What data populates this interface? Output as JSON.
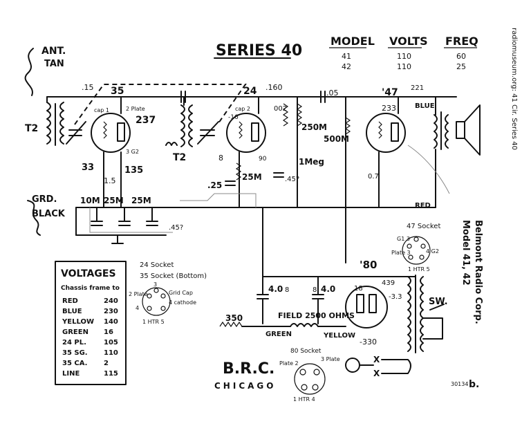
{
  "title": "SERIES 40",
  "model_table": {
    "headers": [
      "MODEL",
      "VOLTS",
      "FREQ"
    ],
    "rows": [
      [
        "41",
        "110",
        "60"
      ],
      [
        "42",
        "110",
        "25"
      ]
    ]
  },
  "side_text": "radiomuseum.org: 41 Cir. Series 40",
  "maker": {
    "line1": "Belmont Radio Corp.",
    "line2": "Model 41, 42"
  },
  "brc": {
    "line1": "B.R.C.",
    "line2": "CHICAGO"
  },
  "catalog_no": "30134",
  "signature": "b.",
  "labels": {
    "ant": "ANT.",
    "tan": "TAN",
    "grd": "GRD.",
    "black": "BLACK",
    "t2_left": "T2",
    "t2_mid": "T2",
    "sw": "SW.",
    "blue": "BLUE",
    "red": "RED",
    "green": "GREEN",
    "yellow": "YELLOW",
    "field": "FIELD 2500 OHMS"
  },
  "tubes": {
    "t35": "35",
    "t24": "24",
    "t47": "'47",
    "t80": "'80",
    "p237": "237",
    "p135": "135",
    "p33": "33",
    "p15": "1.5",
    "p16": "-16",
    "p90": "90",
    "p8": "8",
    "p233": "233",
    "p221": "221",
    "p07": "0.7",
    "p439": "439",
    "p33b": "-3.3",
    "p330": "-330",
    "p18": "18",
    "cap1": "cap 1",
    "plate": "2 Plate",
    "cap2": "cap 2",
    "g2": "3 G2"
  },
  "parts": {
    "c15": ".15",
    "c160": ".160",
    "c05": ".05",
    "c002": "002",
    "r250m": "250M",
    "r500m": "500M",
    "r1meg": "1Meg",
    "r25m_mid": "25M",
    "c25": ".25",
    "c45_mid": ".45?",
    "r10m": "10M",
    "r25m_a": "25M",
    "r25m_b": "25M",
    "c45_low": ".45?",
    "c40a": "4.0",
    "c40b": "4.0",
    "n8a": "8",
    "n8b": "8",
    "r350": "350"
  },
  "voltages": {
    "title": "VOLTAGES",
    "subtitle": "Chassis frame to",
    "rows": [
      [
        "RED",
        "240"
      ],
      [
        "BLUE",
        "230"
      ],
      [
        "YELLOW",
        "140"
      ],
      [
        "GREEN",
        "16"
      ],
      [
        "24 PL.",
        "105"
      ],
      [
        "35 SG.",
        "110"
      ],
      [
        "35 CA.",
        "2"
      ],
      [
        "LINE",
        "115"
      ]
    ]
  },
  "sockets": {
    "s24_a": "24 Socket",
    "s24_b": "35 Socket (Bottom)",
    "s24_pins": {
      "p3": "3",
      "p2": "2 Plate",
      "p4": "4",
      "grid": "Grid Cap",
      "cath": "4 cathode",
      "htr": "1 HTR 5"
    },
    "s47": "47 Socket",
    "s47_pins": {
      "g1": "G1 3",
      "p4": "4 G2",
      "plate": "Plate 3",
      "htr": "1 HTR 5"
    },
    "s80": "80 Socket",
    "s80_pins": {
      "p2": "Plate 2",
      "p3": "3 Plate",
      "htr": "1 HTR 4"
    },
    "x1": "X",
    "x2": "X"
  }
}
